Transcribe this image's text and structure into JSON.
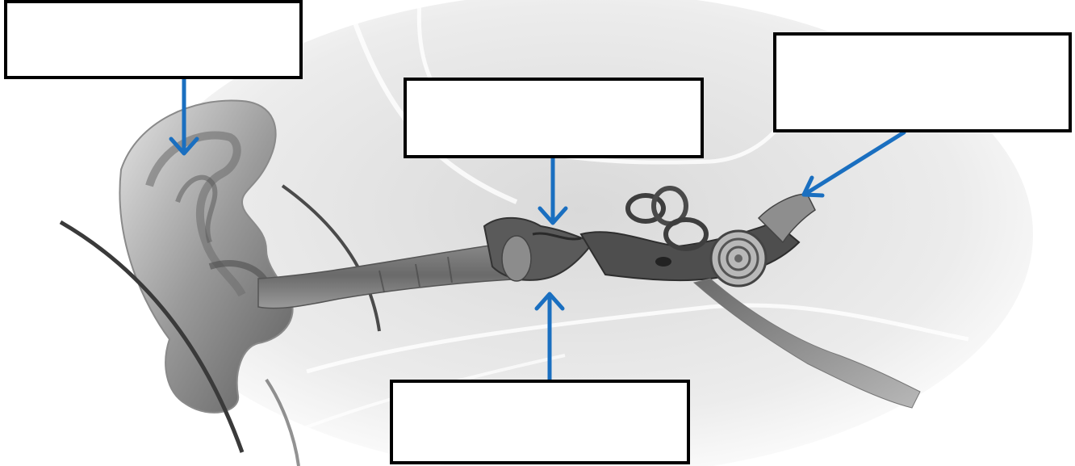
{
  "diagram": {
    "subject": "ear-anatomy",
    "label_boxes": [
      {
        "id": "outer",
        "text": ""
      },
      {
        "id": "middle",
        "text": ""
      },
      {
        "id": "inner",
        "text": ""
      },
      {
        "id": "canal",
        "text": ""
      }
    ],
    "colors": {
      "arrow": "#1a6fc0",
      "box_border": "#000000",
      "box_fill": "#ffffff"
    }
  }
}
